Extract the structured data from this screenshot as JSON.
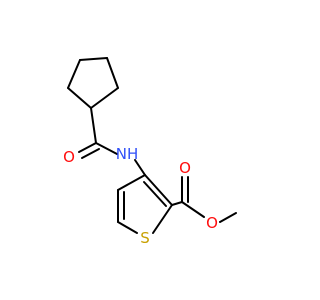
{
  "molecule": {
    "atoms": {
      "O_amide": {
        "symbol": "O",
        "color": "#ff0d0d"
      },
      "NH": {
        "symbol": "NH",
        "color": "#3050f8"
      },
      "O_carbonyl": {
        "symbol": "O",
        "color": "#ff0d0d"
      },
      "O_ester": {
        "symbol": "O",
        "color": "#ff0d0d"
      },
      "S": {
        "symbol": "S",
        "color": "#c8a000"
      }
    },
    "bond_color": "#000000"
  }
}
